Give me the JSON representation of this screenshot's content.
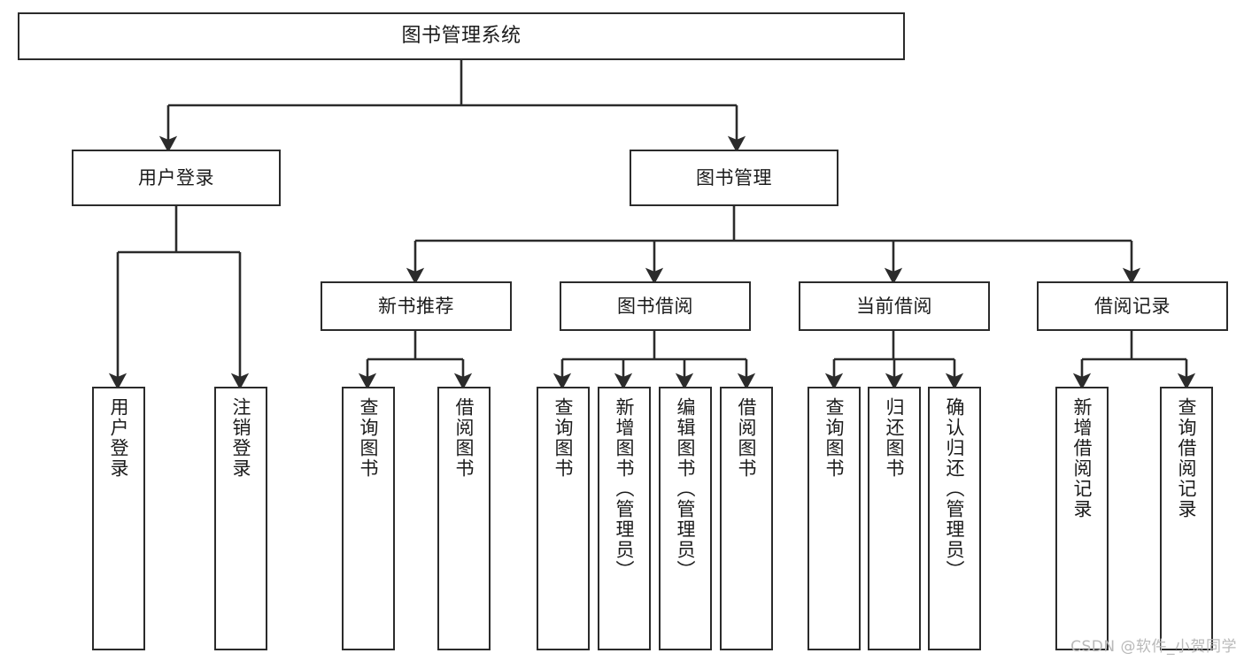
{
  "diagram": {
    "title": "图书管理系统",
    "watermark": "CSDN @软件_小贺同学",
    "colors": {
      "stroke": "#2b2b2b",
      "fill": "#ffffff",
      "text": "#1b1b1b",
      "watermark": "#b9b9b9"
    },
    "nodes": {
      "root": {
        "label": "图书管理系统"
      },
      "level2": [
        {
          "id": "user-login",
          "label": "用户登录"
        },
        {
          "id": "book-manage",
          "label": "图书管理"
        }
      ],
      "level3": [
        {
          "id": "new-book-rec",
          "label": "新书推荐"
        },
        {
          "id": "book-borrow",
          "label": "图书借阅"
        },
        {
          "id": "current-borrow",
          "label": "当前借阅"
        },
        {
          "id": "borrow-record",
          "label": "借阅记录"
        }
      ],
      "leaves": {
        "user_login": [
          {
            "id": "leaf-user-login",
            "label": "用户登录"
          },
          {
            "id": "leaf-logout-login",
            "label": "注销登录"
          }
        ],
        "new_book_rec": [
          {
            "id": "leaf-query-book-1",
            "label": "查询图书"
          },
          {
            "id": "leaf-borrow-book-1",
            "label": "借阅图书"
          }
        ],
        "book_borrow": [
          {
            "id": "leaf-query-book-2",
            "label": "查询图书"
          },
          {
            "id": "leaf-add-book",
            "label": "新增图书（管理员）"
          },
          {
            "id": "leaf-edit-book",
            "label": "编辑图书（管理员）"
          },
          {
            "id": "leaf-borrow-book-2",
            "label": "借阅图书"
          }
        ],
        "current_borrow": [
          {
            "id": "leaf-query-book-3",
            "label": "查询图书"
          },
          {
            "id": "leaf-return-book",
            "label": "归还图书"
          },
          {
            "id": "leaf-confirm-return",
            "label": "确认归还（管理员）"
          }
        ],
        "borrow_record": [
          {
            "id": "leaf-add-record",
            "label": "新增借阅记录"
          },
          {
            "id": "leaf-query-record",
            "label": "查询借阅记录"
          }
        ]
      }
    }
  }
}
